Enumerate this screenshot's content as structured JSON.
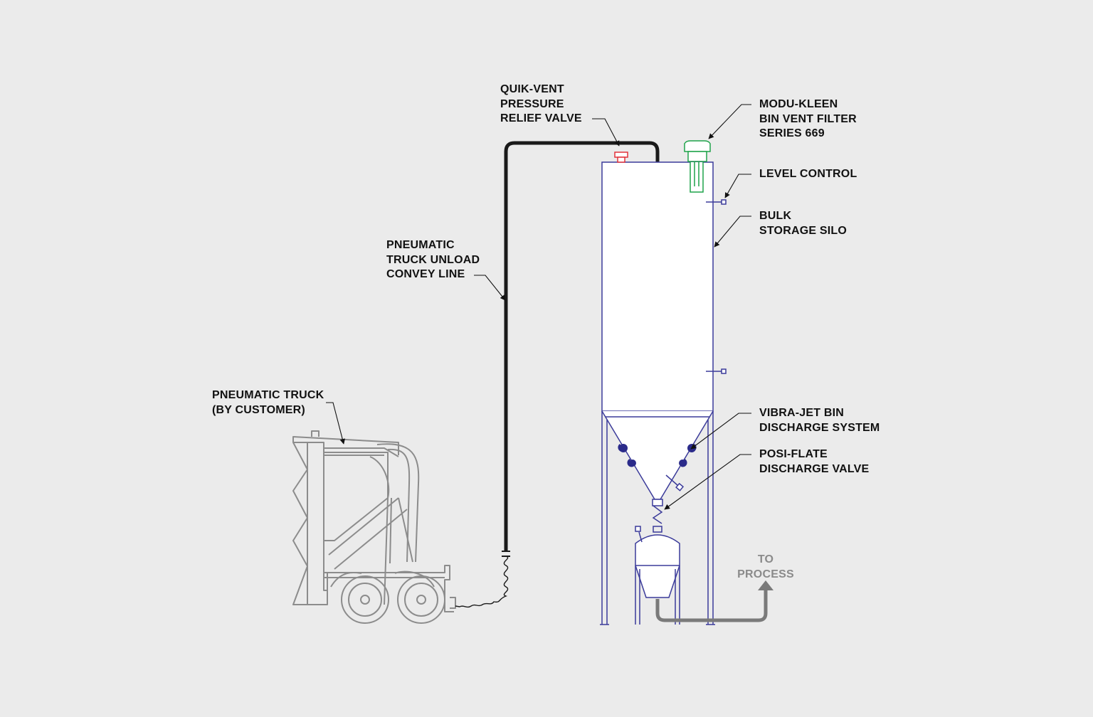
{
  "colors": {
    "background": "#ebebeb",
    "silo_outline": "#3b3b9a",
    "truck_outline": "#8c8c8c",
    "convey_line": "#1a1a1a",
    "relief_valve": "#e2323a",
    "vent_filter": "#1fa34a",
    "process_line": "#7a7a7a",
    "label_text": "#111111"
  },
  "labels": {
    "quik_vent": [
      "QUIK-VENT",
      "PRESSURE",
      "RELIEF VALVE"
    ],
    "modu_kleen": [
      "MODU-KLEEN",
      "BIN VENT FILTER",
      "SERIES 669"
    ],
    "level_control": [
      "LEVEL CONTROL"
    ],
    "bulk_silo": [
      "BULK",
      "STORAGE SILO"
    ],
    "convey_line": [
      "PNEUMATIC",
      "TRUCK UNLOAD",
      "CONVEY LINE"
    ],
    "truck": [
      "PNEUMATIC TRUCK",
      "(BY CUSTOMER)"
    ],
    "vibra_jet": [
      "VIBRA-JET BIN",
      "DISCHARGE SYSTEM"
    ],
    "posi_flate": [
      "POSI-FLATE",
      "DISCHARGE VALVE"
    ],
    "to_process": [
      "TO",
      "PROCESS"
    ]
  }
}
